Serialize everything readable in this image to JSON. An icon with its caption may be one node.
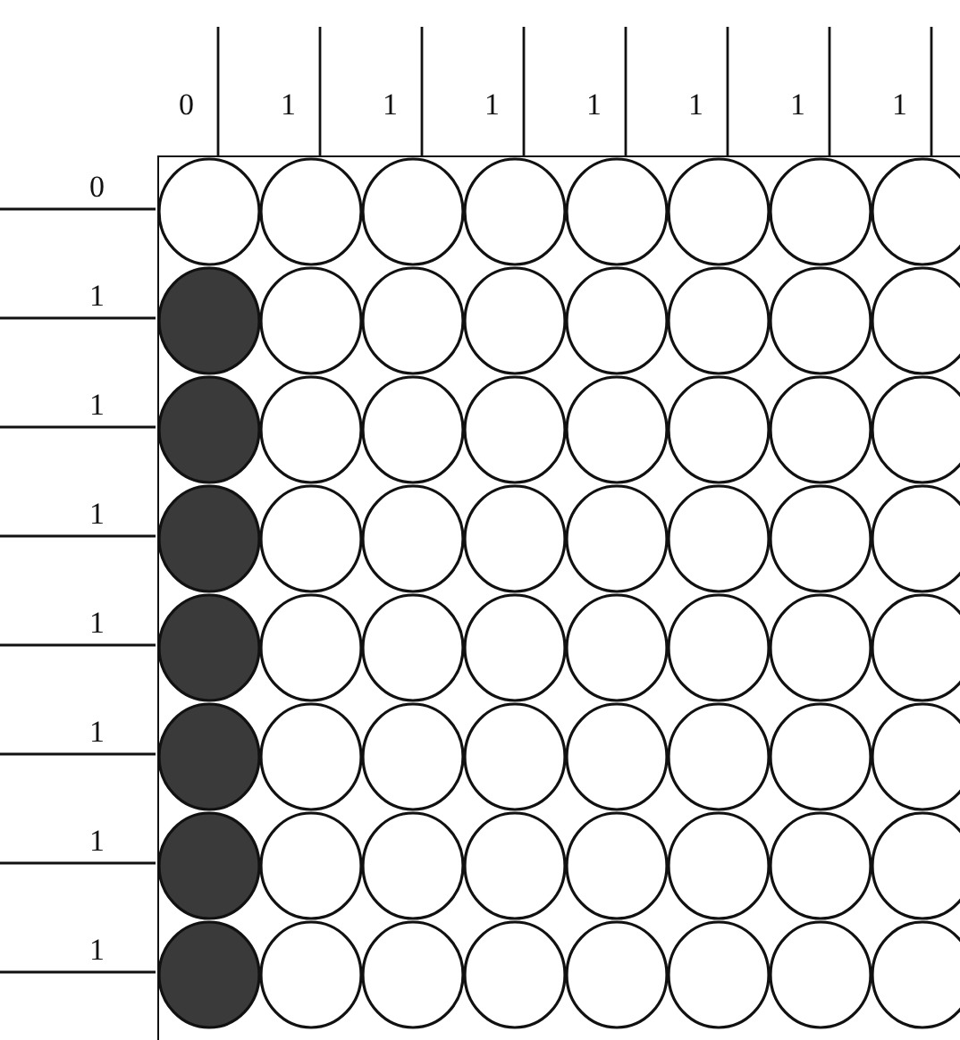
{
  "diagram": {
    "nodes": [
      {
        "text": [],
        "shape": "box"
      },
      {
        "text": [],
        "shape": "circle",
        "in": 0
      },
      {
        "text": [],
        "shape": "circle",
        "in": 0
      },
      {
        "text": [],
        "shape": "circle",
        "in": 0
      },
      {
        "text": [],
        "shape": "circle",
        "in": 0
      },
      {
        "text": [],
        "shape": "circle",
        "in": 0
      },
      {
        "text": [],
        "shape": "circle",
        "in": 0
      },
      {
        "text": [],
        "shape": "circle",
        "in": 0
      },
      {
        "text": [],
        "shape": "circle",
        "in": 0
      },
      {
        "text": [],
        "shape": "disc",
        "in": 0
      },
      {
        "text": [],
        "shape": "circle",
        "in": 0
      },
      {
        "text": [],
        "shape": "circle",
        "in": 0
      },
      {
        "text": [],
        "shape": "circle",
        "in": 0
      },
      {
        "text": [],
        "shape": "circle",
        "in": 0
      },
      {
        "text": [],
        "shape": "circle",
        "in": 0
      },
      {
        "text": [],
        "shape": "circle",
        "in": 0
      },
      {
        "text": [],
        "shape": "circle",
        "in": 0
      },
      {
        "text": [],
        "shape": "disc",
        "in": 0
      },
      {
        "text": [],
        "shape": "circle",
        "in": 0
      },
      {
        "text": [],
        "shape": "circle",
        "in": 0
      },
      {
        "text": [],
        "shape": "circle",
        "in": 0
      },
      {
        "text": [],
        "shape": "circle",
        "in": 0
      },
      {
        "text": [],
        "shape": "circle",
        "in": 0
      },
      {
        "text": [],
        "shape": "circle",
        "in": 0
      },
      {
        "text": [],
        "shape": "circle",
        "in": 0
      },
      {
        "text": [],
        "shape": "disc",
        "in": 0
      },
      {
        "text": [],
        "shape": "circle",
        "in": 0
      },
      {
        "text": [],
        "shape": "circle",
        "in": 0
      },
      {
        "text": [],
        "shape": "circle",
        "in": 0
      },
      {
        "text": [],
        "shape": "circle",
        "in": 0
      },
      {
        "text": [],
        "shape": "circle",
        "in": 0
      },
      {
        "text": [],
        "shape": "circle",
        "in": 0
      },
      {
        "text": [],
        "shape": "circle",
        "in": 0
      },
      {
        "text": [],
        "shape": "disc",
        "in": 0
      },
      {
        "text": [],
        "shape": "circle",
        "in": 0
      },
      {
        "text": [],
        "shape": "circle",
        "in": 0
      },
      {
        "text": [],
        "shape": "circle",
        "in": 0
      },
      {
        "text": [],
        "shape": "circle",
        "in": 0
      },
      {
        "text": [],
        "shape": "circle",
        "in": 0
      },
      {
        "text": [],
        "shape": "circle",
        "in": 0
      },
      {
        "text": [],
        "shape": "circle",
        "in": 0
      },
      {
        "text": [],
        "shape": "disc",
        "in": 0
      },
      {
        "text": [],
        "shape": "circle",
        "in": 0
      },
      {
        "text": [],
        "shape": "circle",
        "in": 0
      },
      {
        "text": [],
        "shape": "circle",
        "in": 0
      },
      {
        "text": [],
        "shape": "circle",
        "in": 0
      },
      {
        "text": [],
        "shape": "circle",
        "in": 0
      },
      {
        "text": [],
        "shape": "circle",
        "in": 0
      },
      {
        "text": [],
        "shape": "circle",
        "in": 0
      },
      {
        "text": [],
        "shape": "disc",
        "in": 0
      },
      {
        "text": [],
        "shape": "circle",
        "in": 0
      },
      {
        "text": [],
        "shape": "circle",
        "in": 0
      },
      {
        "text": [],
        "shape": "circle",
        "in": 0
      },
      {
        "text": [],
        "shape": "circle",
        "in": 0
      },
      {
        "text": [],
        "shape": "circle",
        "in": 0
      },
      {
        "text": [],
        "shape": "circle",
        "in": 0
      },
      {
        "text": [],
        "shape": "circle",
        "in": 0
      },
      {
        "text": [],
        "shape": "disc",
        "in": 0
      },
      {
        "text": [],
        "shape": "circle",
        "in": 0
      },
      {
        "text": [],
        "shape": "circle",
        "in": 0
      },
      {
        "text": [],
        "shape": "circle",
        "in": 0
      },
      {
        "text": [],
        "shape": "circle",
        "in": 0
      },
      {
        "text": [],
        "shape": "circle",
        "in": 0
      },
      {
        "text": [],
        "shape": "circle",
        "in": 0
      },
      {
        "text": [],
        "shape": "circle",
        "in": 0
      }
    ],
    "edges": [
      {
        "from": null,
        "to": 1,
        "arrow": "none",
        "label": "0"
      },
      {
        "from": null,
        "to": 9,
        "arrow": "none",
        "label": "1"
      },
      {
        "from": null,
        "to": 17,
        "arrow": "none",
        "label": "1"
      },
      {
        "from": null,
        "to": 25,
        "arrow": "none",
        "label": "1"
      },
      {
        "from": null,
        "to": 33,
        "arrow": "none",
        "label": "1"
      },
      {
        "from": null,
        "to": 41,
        "arrow": "none",
        "label": "1"
      },
      {
        "from": null,
        "to": 49,
        "arrow": "none",
        "label": "1"
      },
      {
        "from": null,
        "to": 57,
        "arrow": "none",
        "label": "1"
      },
      {
        "from": null,
        "to": 1,
        "arrow": "none",
        "label": "0"
      },
      {
        "from": null,
        "to": 2,
        "arrow": "none",
        "label": "1"
      },
      {
        "from": null,
        "to": 3,
        "arrow": "none",
        "label": "1"
      },
      {
        "from": null,
        "to": 4,
        "arrow": "none",
        "label": "1"
      },
      {
        "from": null,
        "to": 5,
        "arrow": "none",
        "label": "1"
      },
      {
        "from": null,
        "to": 6,
        "arrow": "none",
        "label": "1"
      },
      {
        "from": null,
        "to": 7,
        "arrow": "none",
        "label": "1"
      },
      {
        "from": null,
        "to": 8,
        "arrow": "none",
        "label": "1"
      }
    ]
  }
}
